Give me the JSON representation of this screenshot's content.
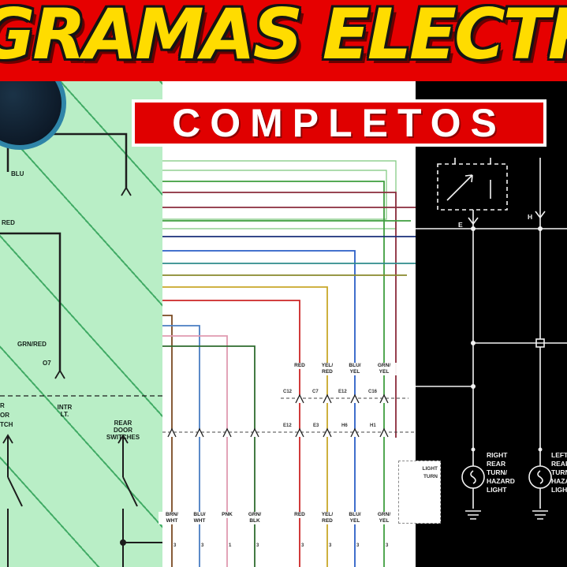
{
  "banner": {
    "title": "GRAMAS ELECTRIC",
    "bg_color": "#e60000",
    "title_color": "#ffdc00"
  },
  "subbanner": {
    "text": "COMPLETOS",
    "bg_color": "#e00000",
    "text_color": "#ffffff"
  },
  "left_panel": {
    "bg_color": "#b9eec6",
    "labels": {
      "blu": "BLU",
      "red": "RED",
      "grn_red": "GRN/RED",
      "o7": "O7"
    },
    "intr_lt": [
      "INTR",
      "LT."
    ],
    "rear_door": [
      "REAR",
      "DOOR",
      "SWITCHES"
    ],
    "edge_fragments": [
      "R",
      "OR",
      "TCH"
    ]
  },
  "middle_panel": {
    "wire_labels": [
      [
        "RED",
        ""
      ],
      [
        "YEL/",
        "RED"
      ],
      [
        "BLU/",
        "YEL"
      ],
      [
        "GRN/",
        "YEL"
      ]
    ],
    "connector_row1": [
      "C12",
      "C7",
      "E12",
      "C16"
    ],
    "connector_row2": [
      "E12",
      "E3",
      "H6",
      "H1"
    ],
    "bottom_wires": [
      [
        "BRN/",
        "WHT"
      ],
      [
        "BLU/",
        "WHT"
      ],
      [
        "PNK",
        ""
      ],
      [
        "GRN/",
        "BLK"
      ],
      [
        "RED",
        ""
      ],
      [
        "YEL/",
        "RED"
      ],
      [
        "BLU/",
        "YEL"
      ],
      [
        "GRN/",
        "YEL"
      ]
    ],
    "pins": [
      "3",
      "3",
      "1",
      "3",
      "3",
      "3",
      "3",
      "3"
    ],
    "component_box": [
      "LIGHT",
      "TURN"
    ],
    "wire_colors": {
      "grn": "#3f9e3f",
      "maroon": "#8a2b3b",
      "navy": "#1a2f7a",
      "blu": "#2b5fc7",
      "teal": "#2e8b8b",
      "olive": "#8a8a2b",
      "yel": "#c9a829",
      "red": "#cc2626",
      "brn": "#7a4a22",
      "blu_wht": "#4a7ec2",
      "pnk": "#e09ab0",
      "grn_blk": "#2f6b2f",
      "box_green": "#7cc87c"
    }
  },
  "right_panel": {
    "bg_color": "#000000",
    "labels": {
      "e": "E",
      "h": "H"
    },
    "right_lamp": [
      "RIGHT",
      "REAR",
      "TURN/",
      "HAZARD",
      "LIGHT"
    ],
    "left_lamp": [
      "LEFT",
      "REAR",
      "TURN",
      "HAZARD",
      "LIGHT"
    ]
  }
}
